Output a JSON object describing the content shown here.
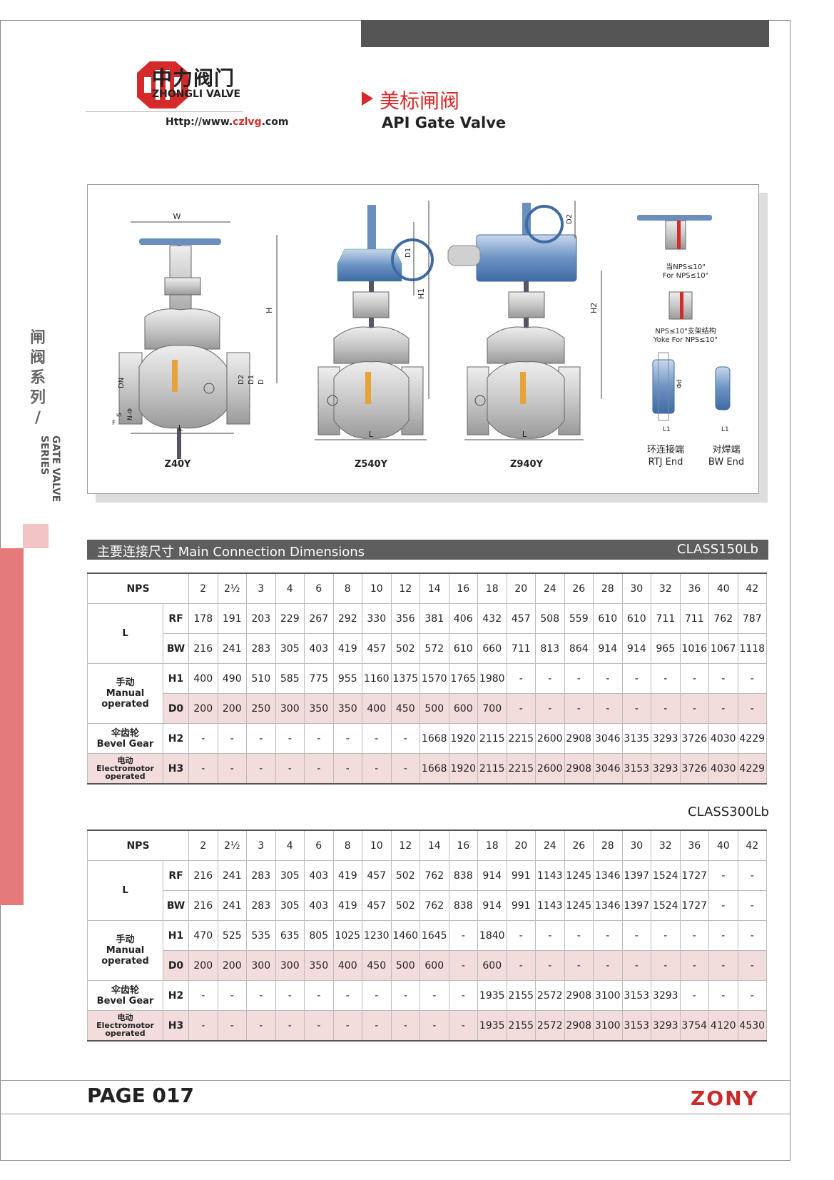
{
  "header": {
    "brand_cn": "中力阀门",
    "brand_en": "ZHONGLI VALVE",
    "url_prefix": "Http://www.",
    "url_domain": "czlvg",
    "url_suffix": ".com",
    "title_cn": "美标闸阀",
    "title_en": "API Gate Valve"
  },
  "sidebar": {
    "cn": "闸阀系列",
    "sep": "/",
    "en": "GATE VALVE SERIES"
  },
  "figure": {
    "models": [
      "Z40Y",
      "Z540Y",
      "Z940Y"
    ],
    "labels": {
      "w": "W",
      "h": "H",
      "h1": "H1",
      "h2": "H2",
      "d1": "D1",
      "d2": "D2",
      "d": "D",
      "dn": "DN",
      "l": "L",
      "f": "F",
      "l1": "L1",
      "phid": "Φd",
      "n_phi": "N-Φ",
      "s": "S"
    },
    "note1_cn": "当NPS≤10\"",
    "note1_en": "For NPS≤10\"",
    "note2_cn": "NPS≤10\"支架结构",
    "note2_en": "Yoke For NPS≤10\"",
    "rtj_cn": "环连接端",
    "rtj_en": "RTJ End",
    "bw_cn": "对焊端",
    "bw_en": "BW End"
  },
  "section": {
    "title": "主要连接尺寸 Main Connection Dimensions",
    "class1": "CLASS150Lb",
    "class2": "CLASS300Lb"
  },
  "table_labels": {
    "nps": "NPS",
    "l": "L",
    "rf": "RF",
    "bw": "BW",
    "manual_cn": "手动",
    "manual_en1": "Manual",
    "manual_en2": "operated",
    "h1": "H1",
    "d0": "D0",
    "bevel_cn": "伞齿轮",
    "bevel_en": "Bevel Gear",
    "h2": "H2",
    "elec_cn": "电动",
    "elec_en1": "Electromotor",
    "elec_en2": "operated",
    "h3": "H3"
  },
  "nps": [
    "2",
    "2½",
    "3",
    "4",
    "6",
    "8",
    "10",
    "12",
    "14",
    "16",
    "18",
    "20",
    "24",
    "26",
    "28",
    "30",
    "32",
    "36",
    "40",
    "42"
  ],
  "class150": {
    "rf": [
      "178",
      "191",
      "203",
      "229",
      "267",
      "292",
      "330",
      "356",
      "381",
      "406",
      "432",
      "457",
      "508",
      "559",
      "610",
      "610",
      "711",
      "711",
      "762",
      "787"
    ],
    "bw": [
      "216",
      "241",
      "283",
      "305",
      "403",
      "419",
      "457",
      "502",
      "572",
      "610",
      "660",
      "711",
      "813",
      "864",
      "914",
      "914",
      "965",
      "1016",
      "1067",
      "1118"
    ],
    "h1": [
      "400",
      "490",
      "510",
      "585",
      "775",
      "955",
      "1160",
      "1375",
      "1570",
      "1765",
      "1980",
      "-",
      "-",
      "-",
      "-",
      "-",
      "-",
      "-",
      "-",
      "-"
    ],
    "d0": [
      "200",
      "200",
      "250",
      "300",
      "350",
      "350",
      "400",
      "450",
      "500",
      "600",
      "700",
      "-",
      "-",
      "-",
      "-",
      "-",
      "-",
      "-",
      "-",
      "-"
    ],
    "h2": [
      "-",
      "-",
      "-",
      "-",
      "-",
      "-",
      "-",
      "-",
      "1668",
      "1920",
      "2115",
      "2215",
      "2600",
      "2908",
      "3046",
      "3135",
      "3293",
      "3726",
      "4030",
      "4229"
    ],
    "h3": [
      "-",
      "-",
      "-",
      "-",
      "-",
      "-",
      "-",
      "-",
      "1668",
      "1920",
      "2115",
      "2215",
      "2600",
      "2908",
      "3046",
      "3153",
      "3293",
      "3726",
      "4030",
      "4229"
    ]
  },
  "class300": {
    "rf": [
      "216",
      "241",
      "283",
      "305",
      "403",
      "419",
      "457",
      "502",
      "762",
      "838",
      "914",
      "991",
      "1143",
      "1245",
      "1346",
      "1397",
      "1524",
      "1727",
      "-",
      "-"
    ],
    "bw": [
      "216",
      "241",
      "283",
      "305",
      "403",
      "419",
      "457",
      "502",
      "762",
      "838",
      "914",
      "991",
      "1143",
      "1245",
      "1346",
      "1397",
      "1524",
      "1727",
      "-",
      "-"
    ],
    "h1": [
      "470",
      "525",
      "535",
      "635",
      "805",
      "1025",
      "1230",
      "1460",
      "1645",
      "-",
      "1840",
      "-",
      "-",
      "-",
      "-",
      "-",
      "-",
      "-",
      "-",
      "-"
    ],
    "d0": [
      "200",
      "200",
      "300",
      "300",
      "350",
      "400",
      "450",
      "500",
      "600",
      "-",
      "600",
      "-",
      "-",
      "-",
      "-",
      "-",
      "-",
      "-",
      "-",
      "-"
    ],
    "h2": [
      "-",
      "-",
      "-",
      "-",
      "-",
      "-",
      "-",
      "-",
      "-",
      "-",
      "1935",
      "2155",
      "2572",
      "2908",
      "3100",
      "3153",
      "3293",
      "-",
      "-",
      "-"
    ],
    "h3": [
      "-",
      "-",
      "-",
      "-",
      "-",
      "-",
      "-",
      "-",
      "-",
      "-",
      "1935",
      "2155",
      "2572",
      "2908",
      "3100",
      "3153",
      "3293",
      "3754",
      "4120",
      "4530"
    ]
  },
  "footer": {
    "page": "PAGE 017",
    "brand": "ZONY"
  },
  "colors": {
    "accent_red": "#d42a2a",
    "row_pink": "#f3dcdc",
    "bar_gray": "#5e5e5e"
  }
}
